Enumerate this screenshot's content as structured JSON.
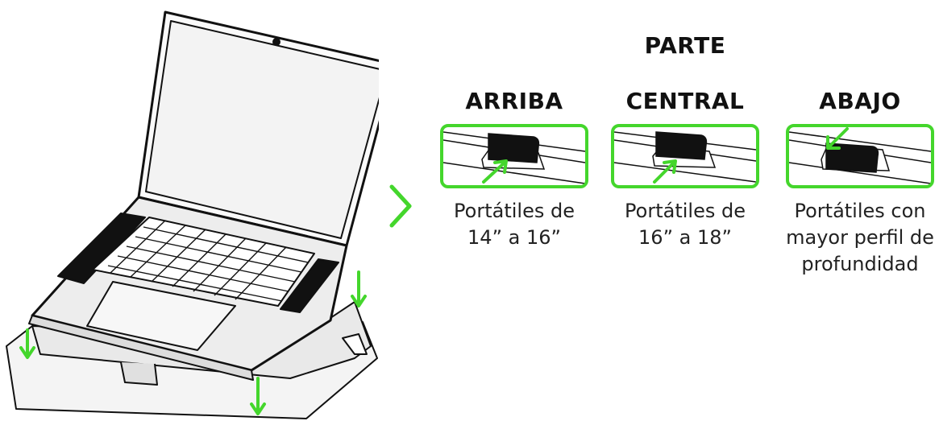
{
  "colors": {
    "accent": "#44d62c",
    "outline": "#111111"
  },
  "icons": {
    "divider": "chevron-right-icon"
  },
  "options": [
    {
      "key": "arriba",
      "heading": "ARRIBA",
      "heading_line2": "",
      "caption_lines": [
        "Portátiles de",
        "14” a 16”"
      ],
      "arrow": "up"
    },
    {
      "key": "central",
      "heading": "PARTE",
      "heading_line2": "CENTRAL",
      "caption_lines": [
        "Portátiles de",
        "16” a 18”"
      ],
      "arrow": "up"
    },
    {
      "key": "abajo",
      "heading": "ABAJO",
      "heading_line2": "",
      "caption_lines": [
        "Portátiles con",
        "mayor perfil de",
        "profundidad"
      ],
      "arrow": "down"
    }
  ]
}
